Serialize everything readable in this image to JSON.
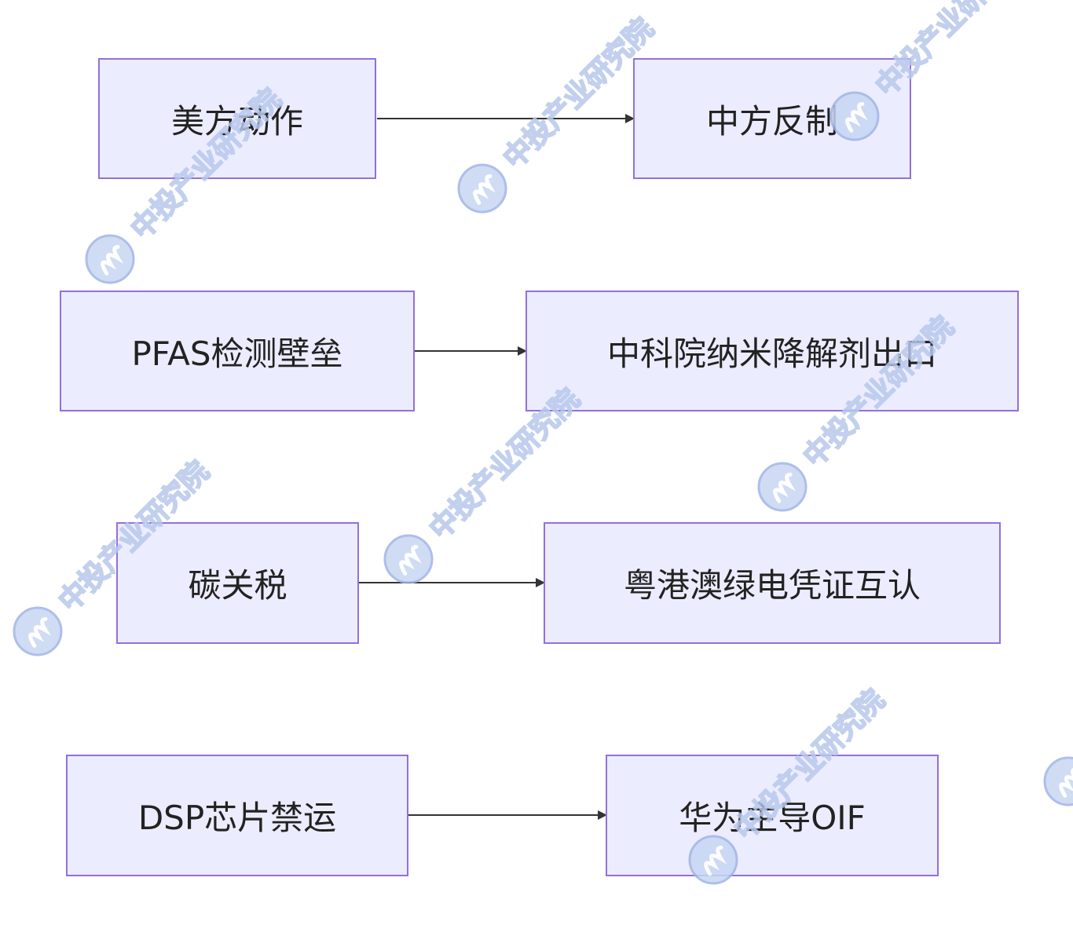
{
  "nodes": {
    "us_action": "美方动作",
    "cn_countermeasure": "中方反制",
    "pfas": "PFAS检测壁垒",
    "cas_nano": "中科院纳米降解剂出口",
    "carbon_tariff": "碳关税",
    "gba_green": "粤港澳绿电凭证互认",
    "dsp_ban": "DSP芯片禁运",
    "huawei_oif": "华为主导OIF"
  },
  "watermark": {
    "text": "中投产业研究院"
  },
  "colors": {
    "node_fill": "#ececff",
    "node_border": "#9370db",
    "edge": "#333333",
    "watermark": "#a9bde9"
  }
}
